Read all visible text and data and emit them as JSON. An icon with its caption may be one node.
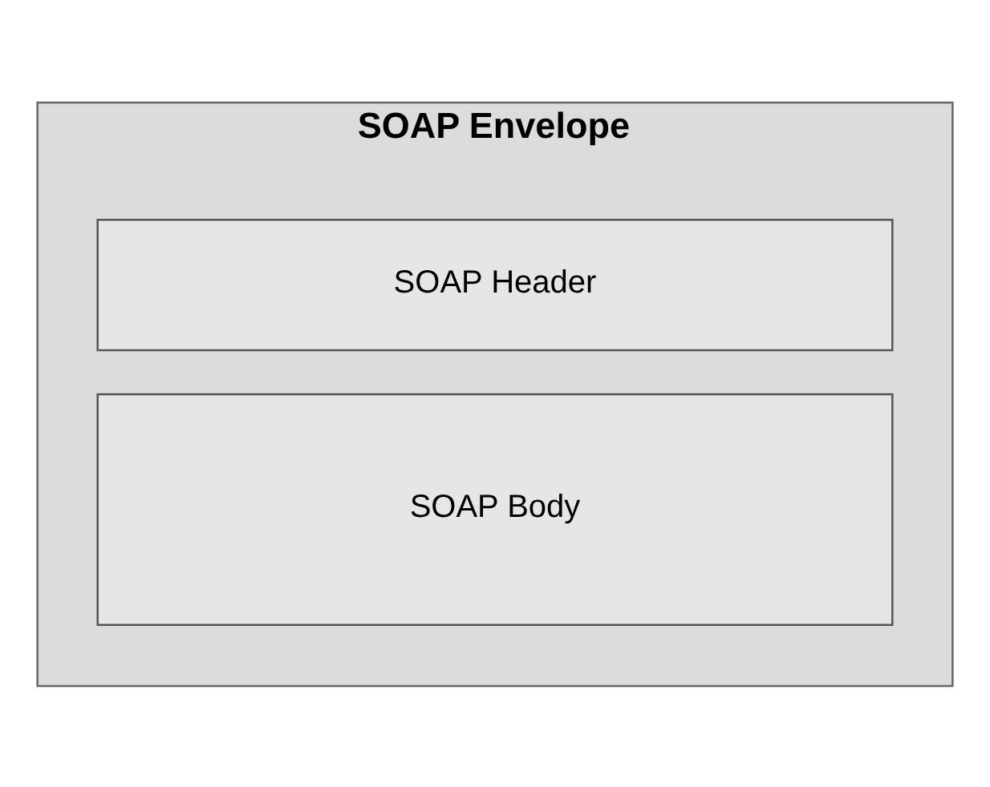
{
  "diagram": {
    "nodes": [
      {
        "text": [
          "SOAP Envelope"
        ]
      },
      {
        "text": [
          "SOAP Header"
        ],
        "in": 0
      },
      {
        "text": [
          "SOAP Body"
        ],
        "in": 0
      }
    ],
    "edges": []
  }
}
